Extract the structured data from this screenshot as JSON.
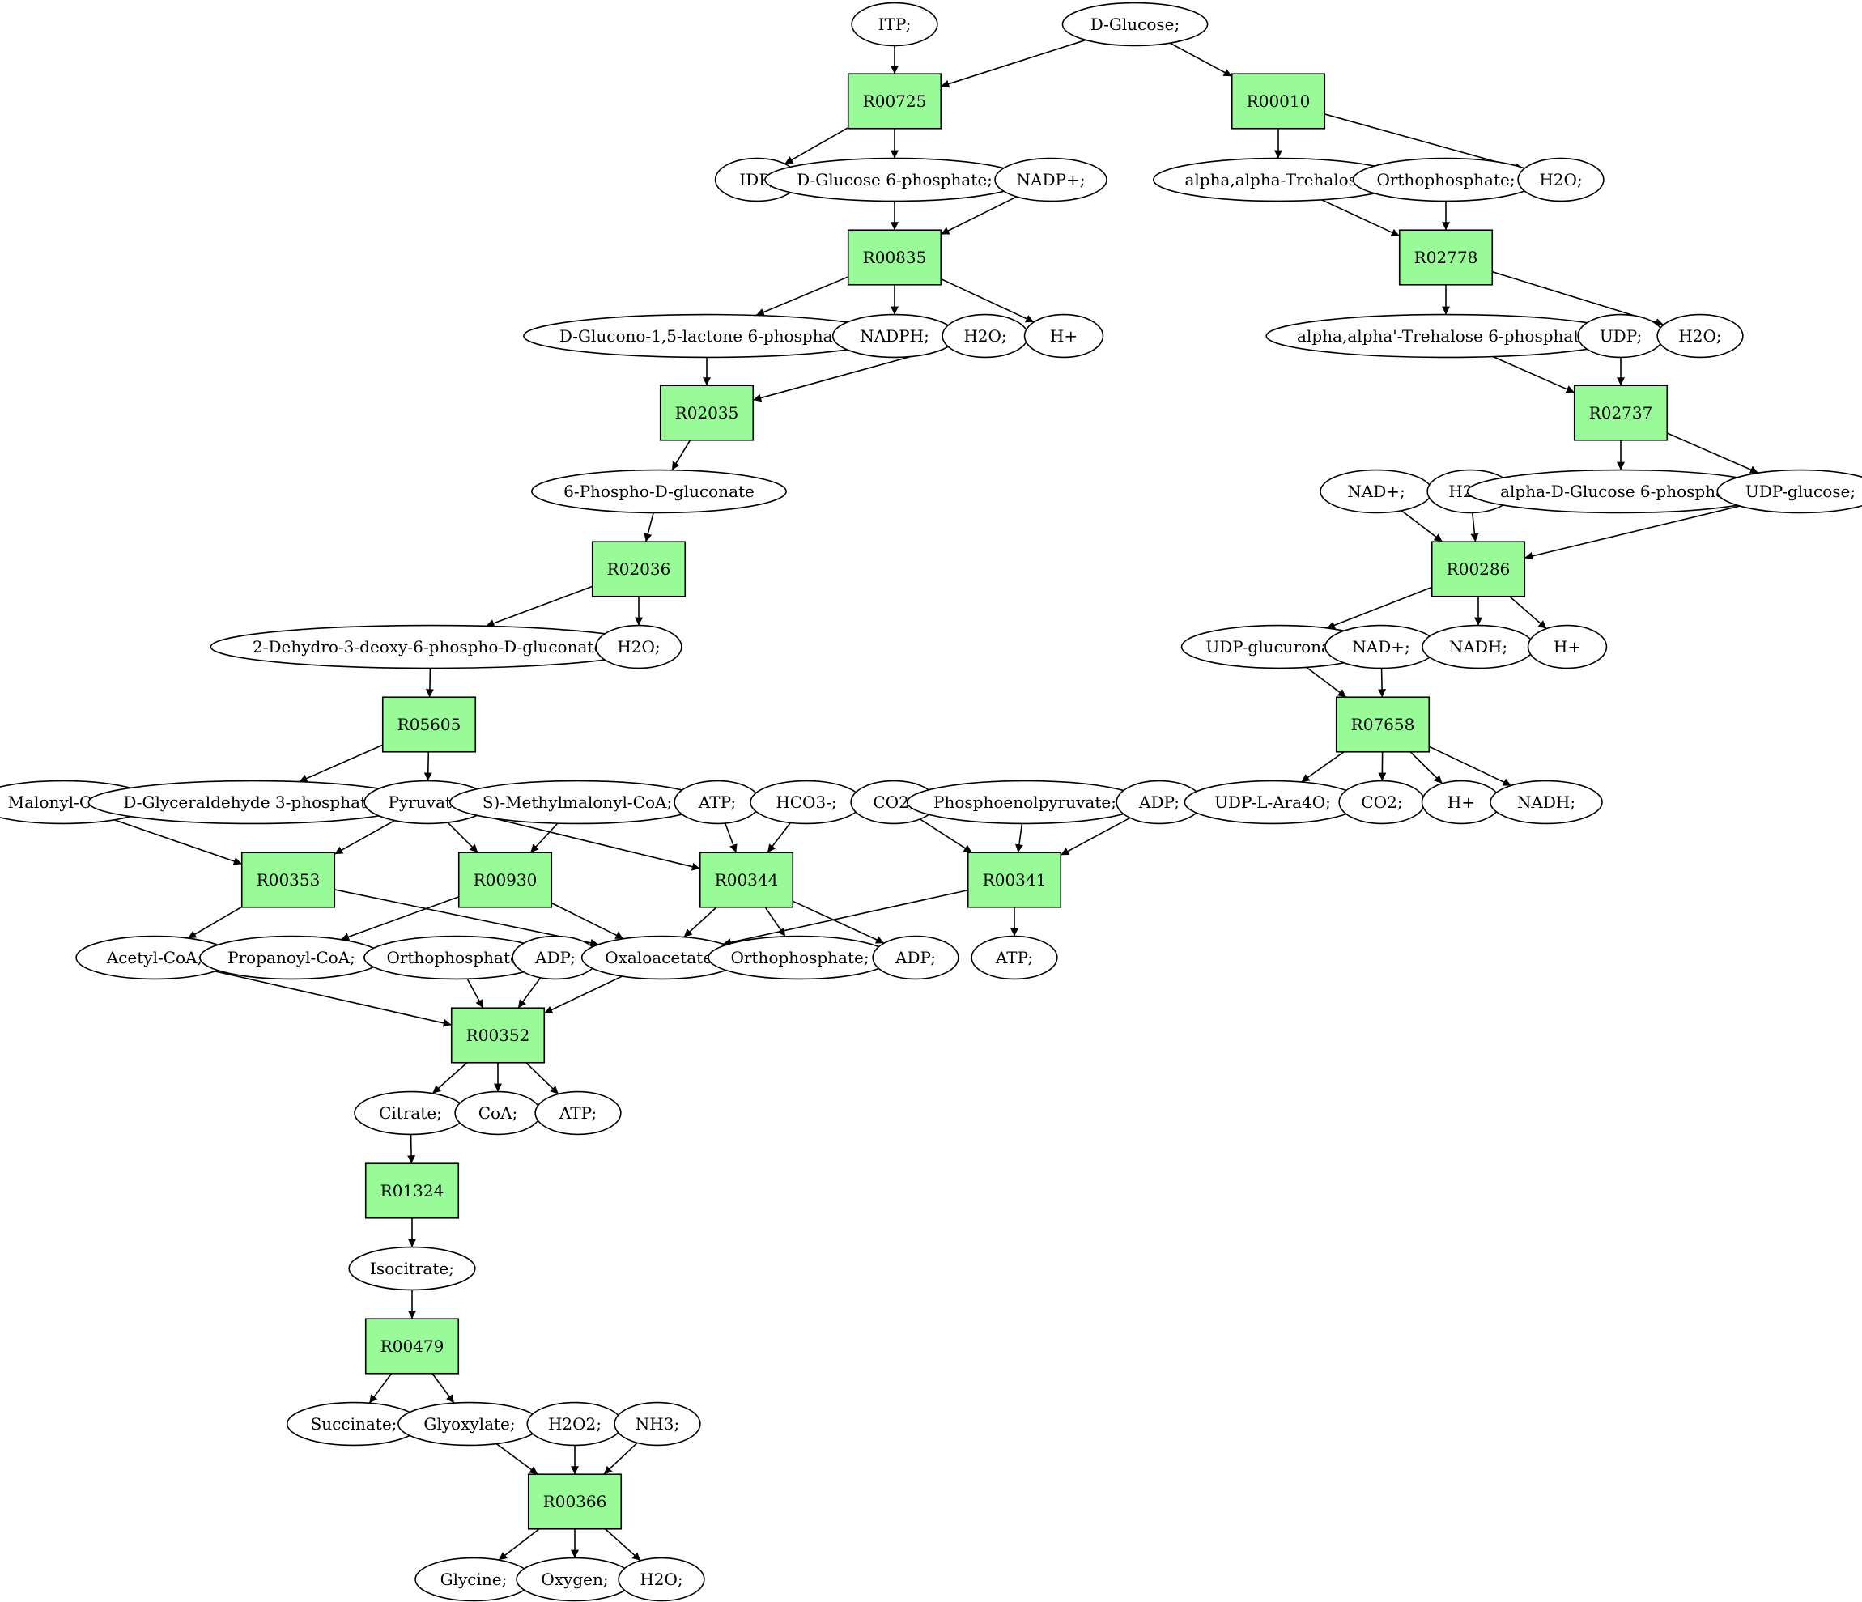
{
  "colors": {
    "reaction": "#98fb98",
    "start": "#00ee00",
    "end": "#ffee00",
    "default": "#ffffff"
  },
  "nodes": [
    {
      "id": "itp",
      "label": "ITP;",
      "shape": "ellipse"
    },
    {
      "id": "dglucose",
      "label": "D-Glucose;",
      "shape": "ellipse",
      "fill": "start"
    },
    {
      "id": "r00725",
      "label": "R00725",
      "shape": "rect"
    },
    {
      "id": "r00010",
      "label": "R00010",
      "shape": "rect"
    },
    {
      "id": "idp",
      "label": "IDP;",
      "shape": "ellipse"
    },
    {
      "id": "g6p",
      "label": "D-Glucose 6-phosphate;",
      "shape": "ellipse"
    },
    {
      "id": "nadp",
      "label": "NADP+;",
      "shape": "ellipse"
    },
    {
      "id": "trehalose",
      "label": "alpha,alpha-Trehalose;",
      "shape": "ellipse"
    },
    {
      "id": "orthoA",
      "label": "Orthophosphate;",
      "shape": "ellipse"
    },
    {
      "id": "h2oA",
      "label": "H2O;",
      "shape": "ellipse"
    },
    {
      "id": "r00835",
      "label": "R00835",
      "shape": "rect"
    },
    {
      "id": "r02778",
      "label": "R02778",
      "shape": "rect"
    },
    {
      "id": "glucono",
      "label": "D-Glucono-1,5-lactone 6-phosphate;",
      "shape": "ellipse"
    },
    {
      "id": "nadph",
      "label": "NADPH;",
      "shape": "ellipse"
    },
    {
      "id": "h2oB",
      "label": "H2O;",
      "shape": "ellipse"
    },
    {
      "id": "hplusA",
      "label": "H+",
      "shape": "ellipse"
    },
    {
      "id": "t6p",
      "label": "alpha,alpha'-Trehalose 6-phosphate;",
      "shape": "ellipse"
    },
    {
      "id": "udp",
      "label": "UDP;",
      "shape": "ellipse"
    },
    {
      "id": "h2oC",
      "label": "H2O;",
      "shape": "ellipse"
    },
    {
      "id": "r02035",
      "label": "R02035",
      "shape": "rect"
    },
    {
      "id": "r02737",
      "label": "R02737",
      "shape": "rect"
    },
    {
      "id": "phosphogluconate",
      "label": "6-Phospho-D-gluconate",
      "shape": "ellipse"
    },
    {
      "id": "nadA",
      "label": "NAD+;",
      "shape": "ellipse"
    },
    {
      "id": "h2oD",
      "label": "H2O;",
      "shape": "ellipse"
    },
    {
      "id": "adg6p",
      "label": "alpha-D-Glucose 6-phosphate",
      "shape": "ellipse"
    },
    {
      "id": "udpglucose",
      "label": "UDP-glucose;",
      "shape": "ellipse"
    },
    {
      "id": "r02036",
      "label": "R02036",
      "shape": "rect"
    },
    {
      "id": "r00286",
      "label": "R00286",
      "shape": "rect"
    },
    {
      "id": "kdpg",
      "label": "2-Dehydro-3-deoxy-6-phospho-D-gluconate;",
      "shape": "ellipse"
    },
    {
      "id": "h2oE",
      "label": "H2O;",
      "shape": "ellipse"
    },
    {
      "id": "udpglucuronate",
      "label": "UDP-glucuronate;",
      "shape": "ellipse"
    },
    {
      "id": "nadB",
      "label": "NAD+;",
      "shape": "ellipse"
    },
    {
      "id": "nadhA",
      "label": "NADH;",
      "shape": "ellipse"
    },
    {
      "id": "hplusB",
      "label": "H+",
      "shape": "ellipse"
    },
    {
      "id": "r05605",
      "label": "R05605",
      "shape": "rect"
    },
    {
      "id": "r07658",
      "label": "R07658",
      "shape": "rect"
    },
    {
      "id": "malonyl",
      "label": "Malonyl-CoA;",
      "shape": "ellipse"
    },
    {
      "id": "g3p",
      "label": "D-Glyceraldehyde 3-phosphate;",
      "shape": "ellipse"
    },
    {
      "id": "pyruvate",
      "label": "Pyruvate;",
      "shape": "ellipse"
    },
    {
      "id": "methylmalonyl",
      "label": "S)-Methylmalonyl-CoA;",
      "shape": "ellipse"
    },
    {
      "id": "atpA",
      "label": "ATP;",
      "shape": "ellipse"
    },
    {
      "id": "hco3",
      "label": "HCO3-;",
      "shape": "ellipse"
    },
    {
      "id": "co2A",
      "label": "CO2;",
      "shape": "ellipse"
    },
    {
      "id": "pep",
      "label": "Phosphoenolpyruvate;",
      "shape": "ellipse"
    },
    {
      "id": "adpA",
      "label": "ADP;",
      "shape": "ellipse"
    },
    {
      "id": "udplara",
      "label": "UDP-L-Ara4O;",
      "shape": "ellipse"
    },
    {
      "id": "co2B",
      "label": "CO2;",
      "shape": "ellipse"
    },
    {
      "id": "hplusC",
      "label": "H+",
      "shape": "ellipse"
    },
    {
      "id": "nadhB",
      "label": "NADH;",
      "shape": "ellipse"
    },
    {
      "id": "r00353",
      "label": "R00353",
      "shape": "rect"
    },
    {
      "id": "r00930",
      "label": "R00930",
      "shape": "rect"
    },
    {
      "id": "r00344",
      "label": "R00344",
      "shape": "rect"
    },
    {
      "id": "r00341",
      "label": "R00341",
      "shape": "rect"
    },
    {
      "id": "acetylcoa",
      "label": "Acetyl-CoA;",
      "shape": "ellipse"
    },
    {
      "id": "propanoyl",
      "label": "Propanoyl-CoA;",
      "shape": "ellipse"
    },
    {
      "id": "orthoB",
      "label": "Orthophosphate;",
      "shape": "ellipse"
    },
    {
      "id": "adpB",
      "label": "ADP;",
      "shape": "ellipse"
    },
    {
      "id": "oxaloacetate",
      "label": "Oxaloacetate;",
      "shape": "ellipse"
    },
    {
      "id": "orthoC",
      "label": "Orthophosphate;",
      "shape": "ellipse"
    },
    {
      "id": "adpC",
      "label": "ADP;",
      "shape": "ellipse"
    },
    {
      "id": "atpB",
      "label": "ATP;",
      "shape": "ellipse"
    },
    {
      "id": "r00352",
      "label": "R00352",
      "shape": "rect"
    },
    {
      "id": "citrate",
      "label": "Citrate;",
      "shape": "ellipse"
    },
    {
      "id": "coa",
      "label": "CoA;",
      "shape": "ellipse"
    },
    {
      "id": "atpC",
      "label": "ATP;",
      "shape": "ellipse"
    },
    {
      "id": "r01324",
      "label": "R01324",
      "shape": "rect"
    },
    {
      "id": "isocitrate",
      "label": "Isocitrate;",
      "shape": "ellipse"
    },
    {
      "id": "r00479",
      "label": "R00479",
      "shape": "rect"
    },
    {
      "id": "succinate",
      "label": "Succinate;",
      "shape": "ellipse"
    },
    {
      "id": "glyoxylate",
      "label": "Glyoxylate;",
      "shape": "ellipse"
    },
    {
      "id": "h2o2",
      "label": "H2O2;",
      "shape": "ellipse"
    },
    {
      "id": "nh3",
      "label": "NH3;",
      "shape": "ellipse"
    },
    {
      "id": "r00366",
      "label": "R00366",
      "shape": "rect"
    },
    {
      "id": "glycine",
      "label": "Glycine;",
      "shape": "ellipse",
      "fill": "end"
    },
    {
      "id": "oxygen",
      "label": "Oxygen;",
      "shape": "ellipse"
    },
    {
      "id": "h2oF",
      "label": "H2O;",
      "shape": "ellipse"
    }
  ],
  "edges": [
    [
      "itp",
      "r00725"
    ],
    [
      "dglucose",
      "r00725"
    ],
    [
      "dglucose",
      "r00010"
    ],
    [
      "r00725",
      "idp"
    ],
    [
      "r00725",
      "g6p"
    ],
    [
      "r00010",
      "trehalose"
    ],
    [
      "r00010",
      "h2oA"
    ],
    [
      "g6p",
      "r00835"
    ],
    [
      "nadp",
      "r00835"
    ],
    [
      "trehalose",
      "r02778"
    ],
    [
      "orthoA",
      "r02778"
    ],
    [
      "r00835",
      "glucono"
    ],
    [
      "r00835",
      "nadph"
    ],
    [
      "r00835",
      "hplusA"
    ],
    [
      "r02778",
      "t6p"
    ],
    [
      "r02778",
      "h2oC"
    ],
    [
      "glucono",
      "r02035"
    ],
    [
      "h2oB",
      "r02035"
    ],
    [
      "t6p",
      "r02737"
    ],
    [
      "udp",
      "r02737"
    ],
    [
      "r02035",
      "phosphogluconate"
    ],
    [
      "r02737",
      "adg6p"
    ],
    [
      "r02737",
      "udpglucose"
    ],
    [
      "phosphogluconate",
      "r02036"
    ],
    [
      "nadA",
      "r00286"
    ],
    [
      "h2oD",
      "r00286"
    ],
    [
      "udpglucose",
      "r00286"
    ],
    [
      "r02036",
      "kdpg"
    ],
    [
      "r02036",
      "h2oE"
    ],
    [
      "r00286",
      "udpglucuronate"
    ],
    [
      "r00286",
      "nadhA"
    ],
    [
      "r00286",
      "hplusB"
    ],
    [
      "kdpg",
      "r05605"
    ],
    [
      "udpglucuronate",
      "r07658"
    ],
    [
      "nadB",
      "r07658"
    ],
    [
      "r05605",
      "g3p"
    ],
    [
      "r05605",
      "pyruvate"
    ],
    [
      "r07658",
      "udplara"
    ],
    [
      "r07658",
      "co2B"
    ],
    [
      "r07658",
      "hplusC"
    ],
    [
      "r07658",
      "nadhB"
    ],
    [
      "malonyl",
      "r00353"
    ],
    [
      "pyruvate",
      "r00353"
    ],
    [
      "pyruvate",
      "r00930"
    ],
    [
      "methylmalonyl",
      "r00930"
    ],
    [
      "pyruvate",
      "r00344"
    ],
    [
      "atpA",
      "r00344"
    ],
    [
      "hco3",
      "r00344"
    ],
    [
      "co2A",
      "r00341"
    ],
    [
      "pep",
      "r00341"
    ],
    [
      "adpA",
      "r00341"
    ],
    [
      "r00353",
      "acetylcoa"
    ],
    [
      "r00353",
      "oxaloacetate"
    ],
    [
      "r00930",
      "propanoyl"
    ],
    [
      "r00930",
      "oxaloacetate"
    ],
    [
      "r00344",
      "oxaloacetate"
    ],
    [
      "r00344",
      "orthoC"
    ],
    [
      "r00344",
      "adpC"
    ],
    [
      "r00341",
      "oxaloacetate"
    ],
    [
      "r00341",
      "atpB"
    ],
    [
      "acetylcoa",
      "r00352"
    ],
    [
      "orthoB",
      "r00352"
    ],
    [
      "adpB",
      "r00352"
    ],
    [
      "oxaloacetate",
      "r00352"
    ],
    [
      "r00352",
      "citrate"
    ],
    [
      "r00352",
      "coa"
    ],
    [
      "r00352",
      "atpC"
    ],
    [
      "citrate",
      "r01324"
    ],
    [
      "r01324",
      "isocitrate"
    ],
    [
      "isocitrate",
      "r00479"
    ],
    [
      "r00479",
      "succinate"
    ],
    [
      "r00479",
      "glyoxylate"
    ],
    [
      "glyoxylate",
      "r00366"
    ],
    [
      "h2o2",
      "r00366"
    ],
    [
      "nh3",
      "r00366"
    ],
    [
      "r00366",
      "glycine"
    ],
    [
      "r00366",
      "oxygen"
    ],
    [
      "r00366",
      "h2oF"
    ]
  ]
}
